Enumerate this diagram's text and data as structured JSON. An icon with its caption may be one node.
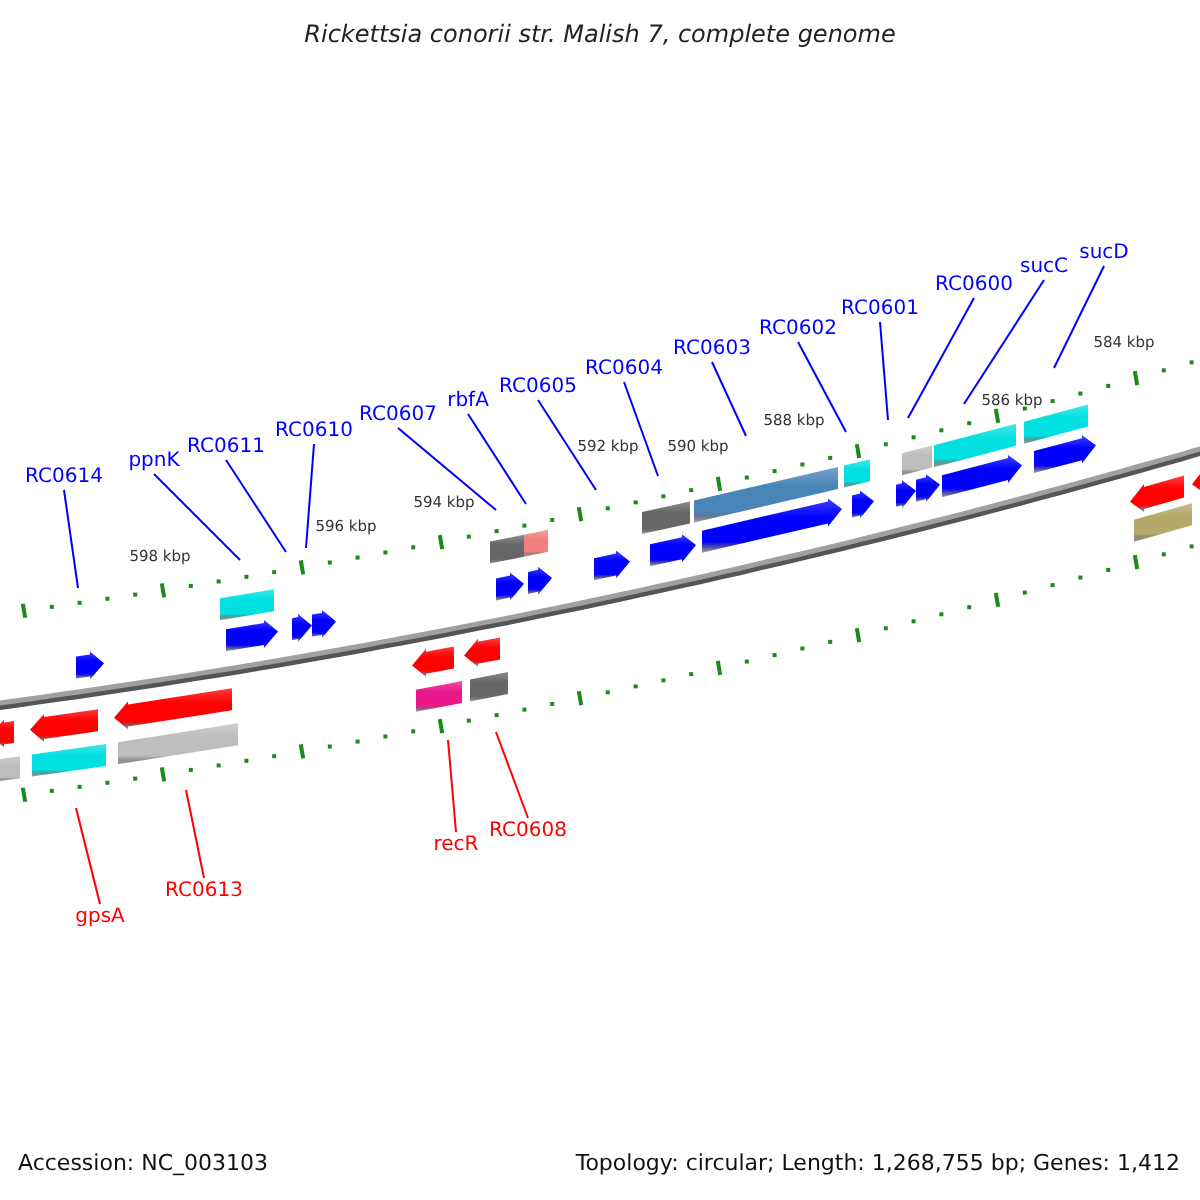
{
  "diagram": {
    "title": "Rickettsia conorii str. Malish 7, complete genome",
    "nodes": [
      {
        "text": [
          "RC0614"
        ]
      },
      {
        "text": [
          "ppnK"
        ]
      },
      {
        "text": [
          "RC0611"
        ]
      },
      {
        "text": [
          "RC0610"
        ]
      },
      {
        "text": [
          "RC0607"
        ]
      },
      {
        "text": [
          "rbfA"
        ]
      },
      {
        "text": [
          "RC0605"
        ]
      },
      {
        "text": [
          "RC0604"
        ]
      },
      {
        "text": [
          "RC0603"
        ]
      },
      {
        "text": [
          "RC0602"
        ]
      },
      {
        "text": [
          "RC0601"
        ]
      },
      {
        "text": [
          "RC0600"
        ]
      },
      {
        "text": [
          "sucC"
        ]
      },
      {
        "text": [
          "sucD"
        ]
      },
      {
        "text": [
          "gpsA"
        ]
      },
      {
        "text": [
          "RC0613"
        ]
      },
      {
        "text": [
          "recR"
        ]
      },
      {
        "text": [
          "RC0608"
        ]
      }
    ],
    "edges": [
      {
        "from": 0,
        "to": null,
        "arrow": "none"
      },
      {
        "from": 1,
        "to": null,
        "arrow": "none"
      },
      {
        "from": 2,
        "to": null,
        "arrow": "none"
      },
      {
        "from": 3,
        "to": null,
        "arrow": "none"
      },
      {
        "from": 4,
        "to": null,
        "arrow": "none"
      },
      {
        "from": 5,
        "to": null,
        "arrow": "none"
      },
      {
        "from": 6,
        "to": null,
        "arrow": "none"
      },
      {
        "from": 7,
        "to": null,
        "arrow": "none"
      },
      {
        "from": 8,
        "to": null,
        "arrow": "none"
      },
      {
        "from": 9,
        "to": null,
        "arrow": "none"
      },
      {
        "from": 10,
        "to": null,
        "arrow": "none"
      },
      {
        "from": 11,
        "to": null,
        "arrow": "none"
      },
      {
        "from": 12,
        "to": null,
        "arrow": "none"
      },
      {
        "from": 13,
        "to": null,
        "arrow": "none"
      },
      {
        "from": 14,
        "to": null,
        "arrow": "none",
        "color": "#ff0000"
      },
      {
        "from": 15,
        "to": null,
        "arrow": "none",
        "color": "#ff0000"
      },
      {
        "from": 16,
        "to": null,
        "arrow": "none",
        "color": "#ff0000"
      },
      {
        "from": 17,
        "to": null,
        "arrow": "none",
        "color": "#ff0000"
      }
    ],
    "labels": [
      "598 kbp",
      "596 kbp",
      "594 kbp",
      "592 kbp",
      "590 kbp",
      "588 kbp",
      "586 kbp",
      "584 kbp",
      "Accession: NC_003103",
      "Topology: circular; Length: 1,268,755 bp; Genes: 1,412"
    ]
  }
}
